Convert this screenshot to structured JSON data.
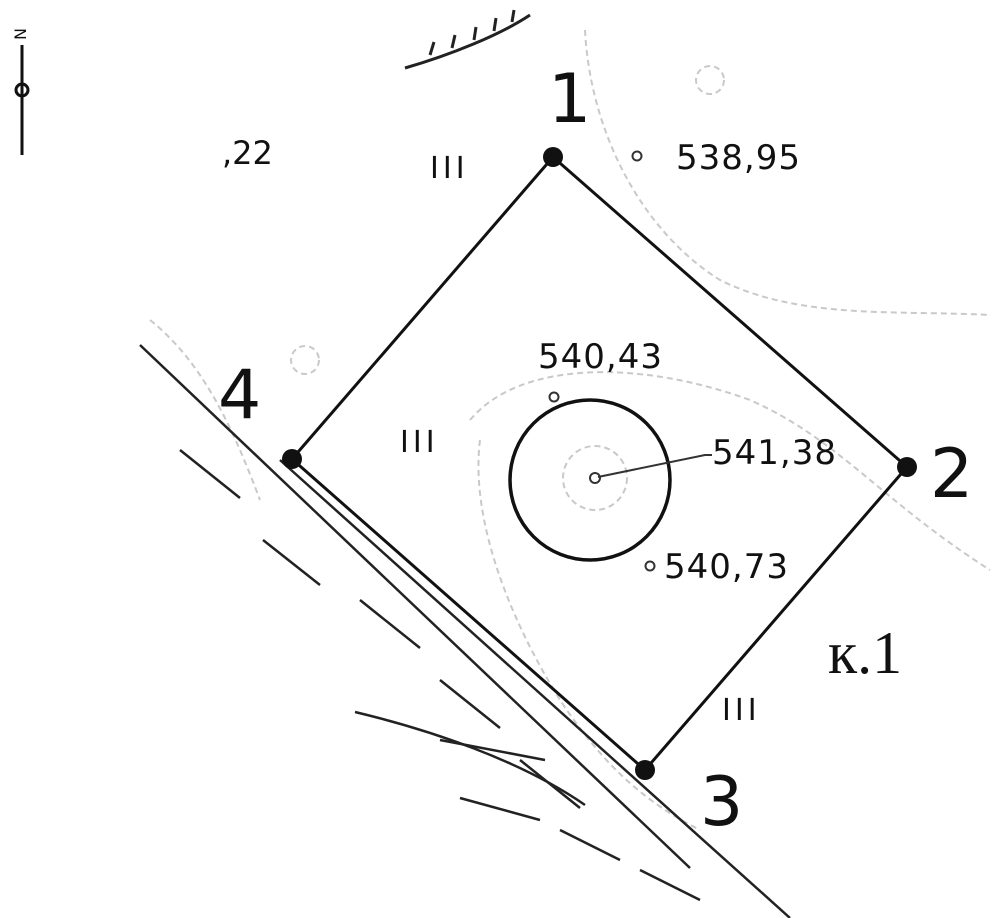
{
  "map": {
    "vertices": [
      {
        "label": "1"
      },
      {
        "label": "2"
      },
      {
        "label": "3"
      },
      {
        "label": "4"
      }
    ],
    "elevations": {
      "e1": "538,95",
      "e2": "540,43",
      "e3": "541,38",
      "e4": "540,73",
      "partial": ",22"
    },
    "category_marks": {
      "top": "III",
      "center": "III",
      "bottom": "III"
    },
    "map_label": "к.1",
    "north_letter": "N"
  }
}
